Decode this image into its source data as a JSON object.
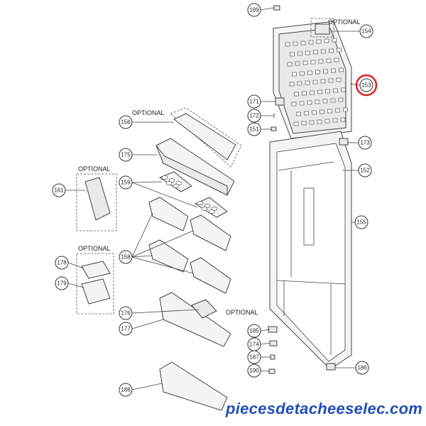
{
  "diagram": {
    "optional_label": "OPTIONAL",
    "callouts": [
      "189",
      "154",
      "153",
      "171",
      "172",
      "151",
      "173",
      "152",
      "155",
      "156",
      "175",
      "159",
      "161",
      "158",
      "178",
      "179",
      "176",
      "177",
      "185",
      "174",
      "187",
      "190",
      "186",
      "188"
    ],
    "highlighted_callout": "153",
    "highlight_color": "#e02020",
    "watermark": "piecesdetacheeselec.com",
    "watermark_color": "#1f4fb8"
  }
}
